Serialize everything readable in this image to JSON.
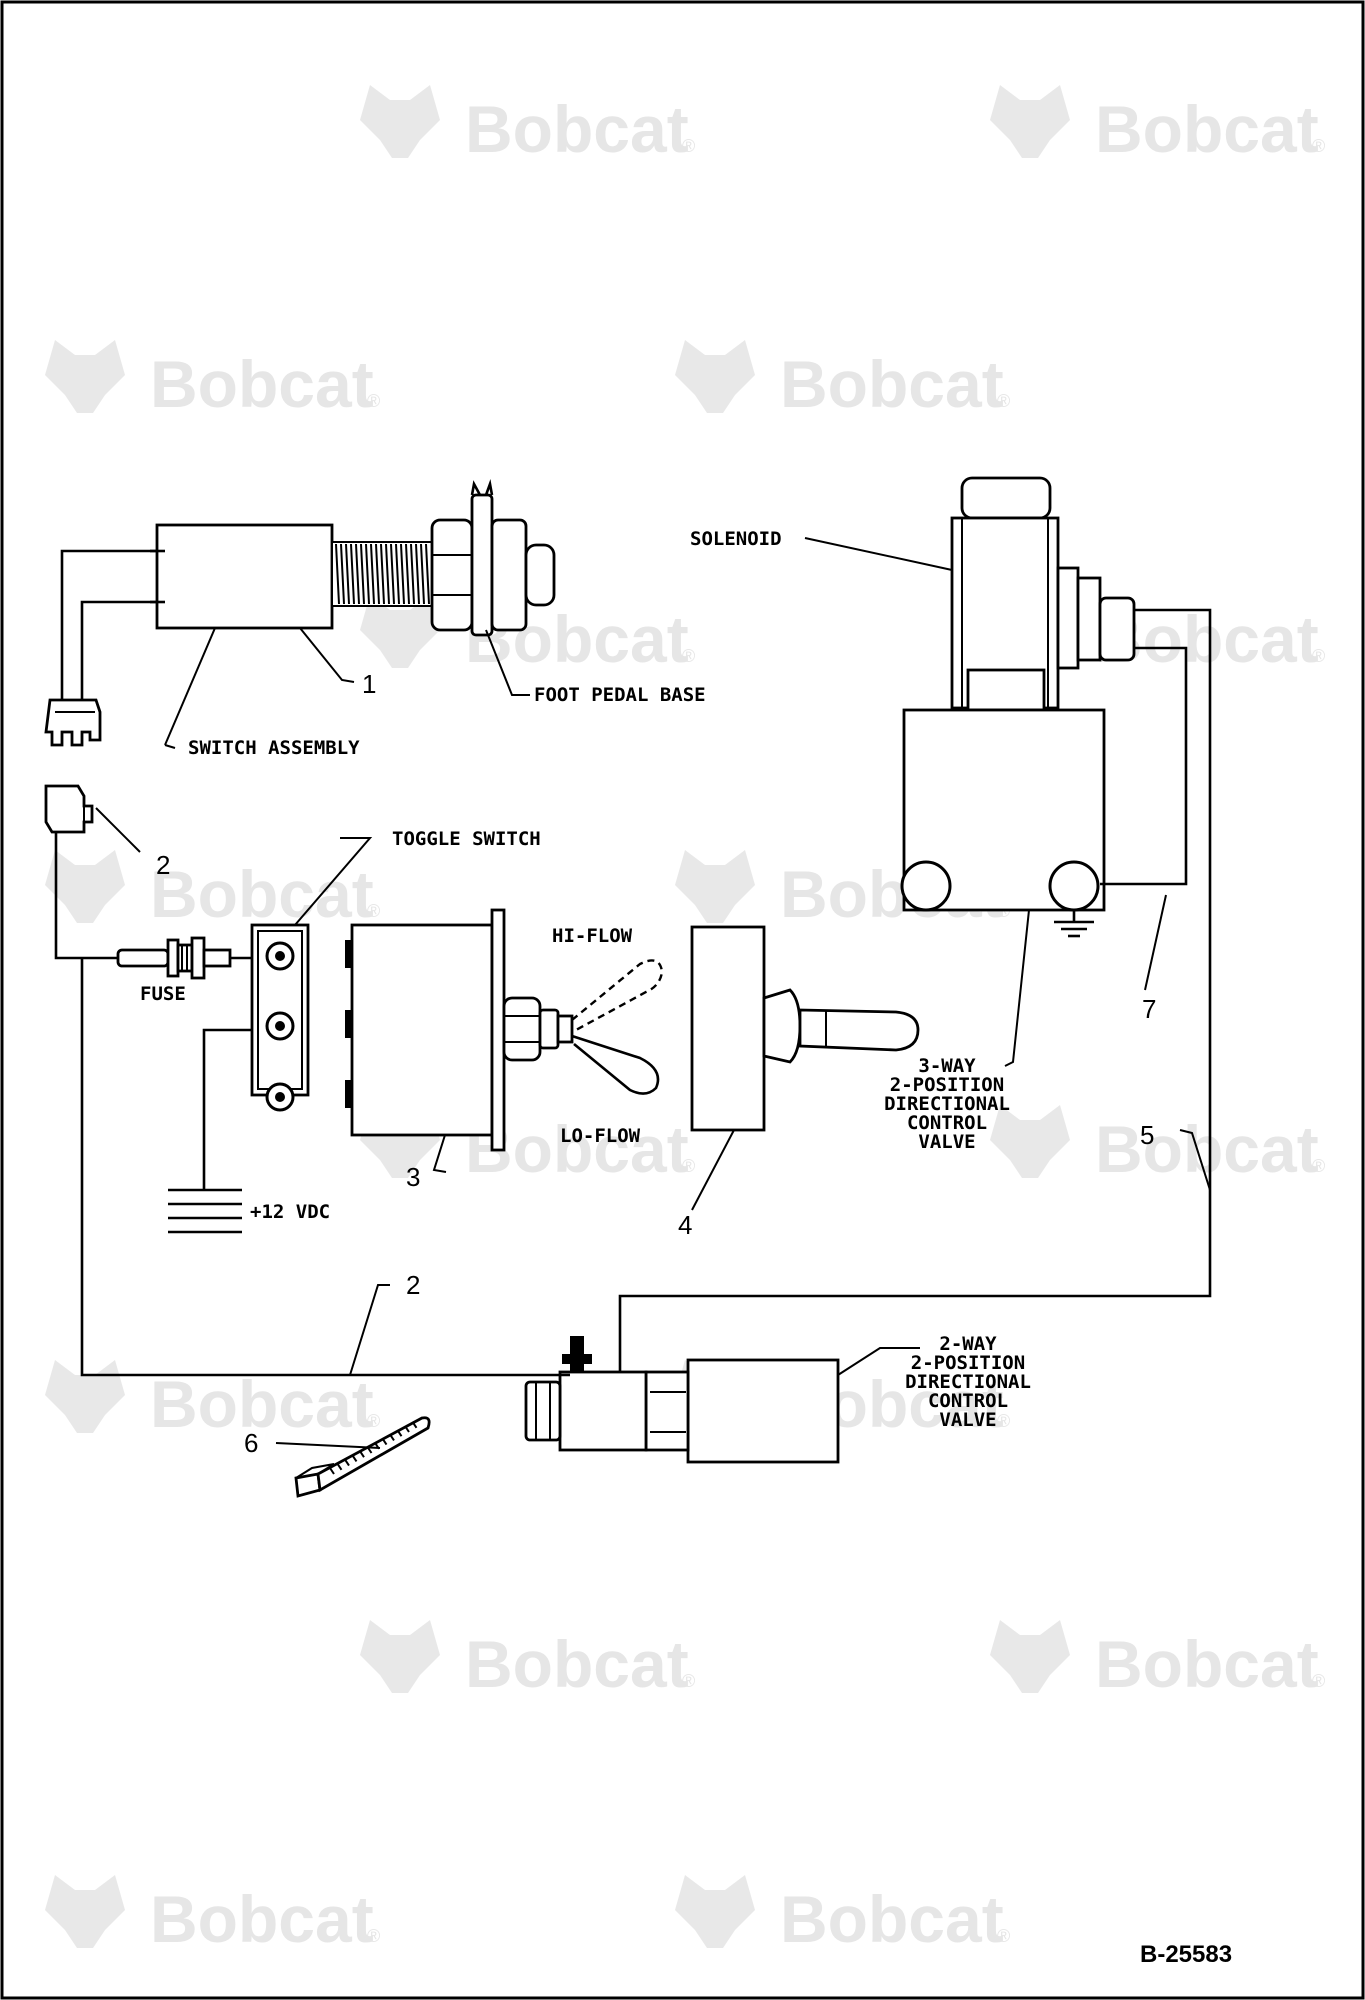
{
  "watermark": {
    "brand": "Bobcat",
    "registered": "®",
    "logo_icon": "bobcat-head-logo-icon"
  },
  "diagram_code": "B-25583",
  "labels": {
    "switch_assembly": "SWITCH ASSEMBLY",
    "foot_pedal_base": "FOOT PEDAL BASE",
    "toggle_switch": "TOGGLE SWITCH",
    "fuse": "FUSE",
    "voltage": "+12 VDC",
    "hi_flow": "HI-FLOW",
    "lo_flow": "LO-FLOW",
    "solenoid": "SOLENOID",
    "valve_3way": [
      "3-WAY",
      "2-POSITION",
      "DIRECTIONAL",
      "CONTROL",
      "VALVE"
    ],
    "valve_2way": [
      "2-WAY",
      "2-POSITION",
      "DIRECTIONAL",
      "CONTROL",
      "VALVE"
    ]
  },
  "callouts": {
    "c1": "1",
    "c2a": "2",
    "c2b": "2",
    "c3": "3",
    "c4": "4",
    "c5": "5",
    "c6": "6",
    "c7": "7"
  }
}
